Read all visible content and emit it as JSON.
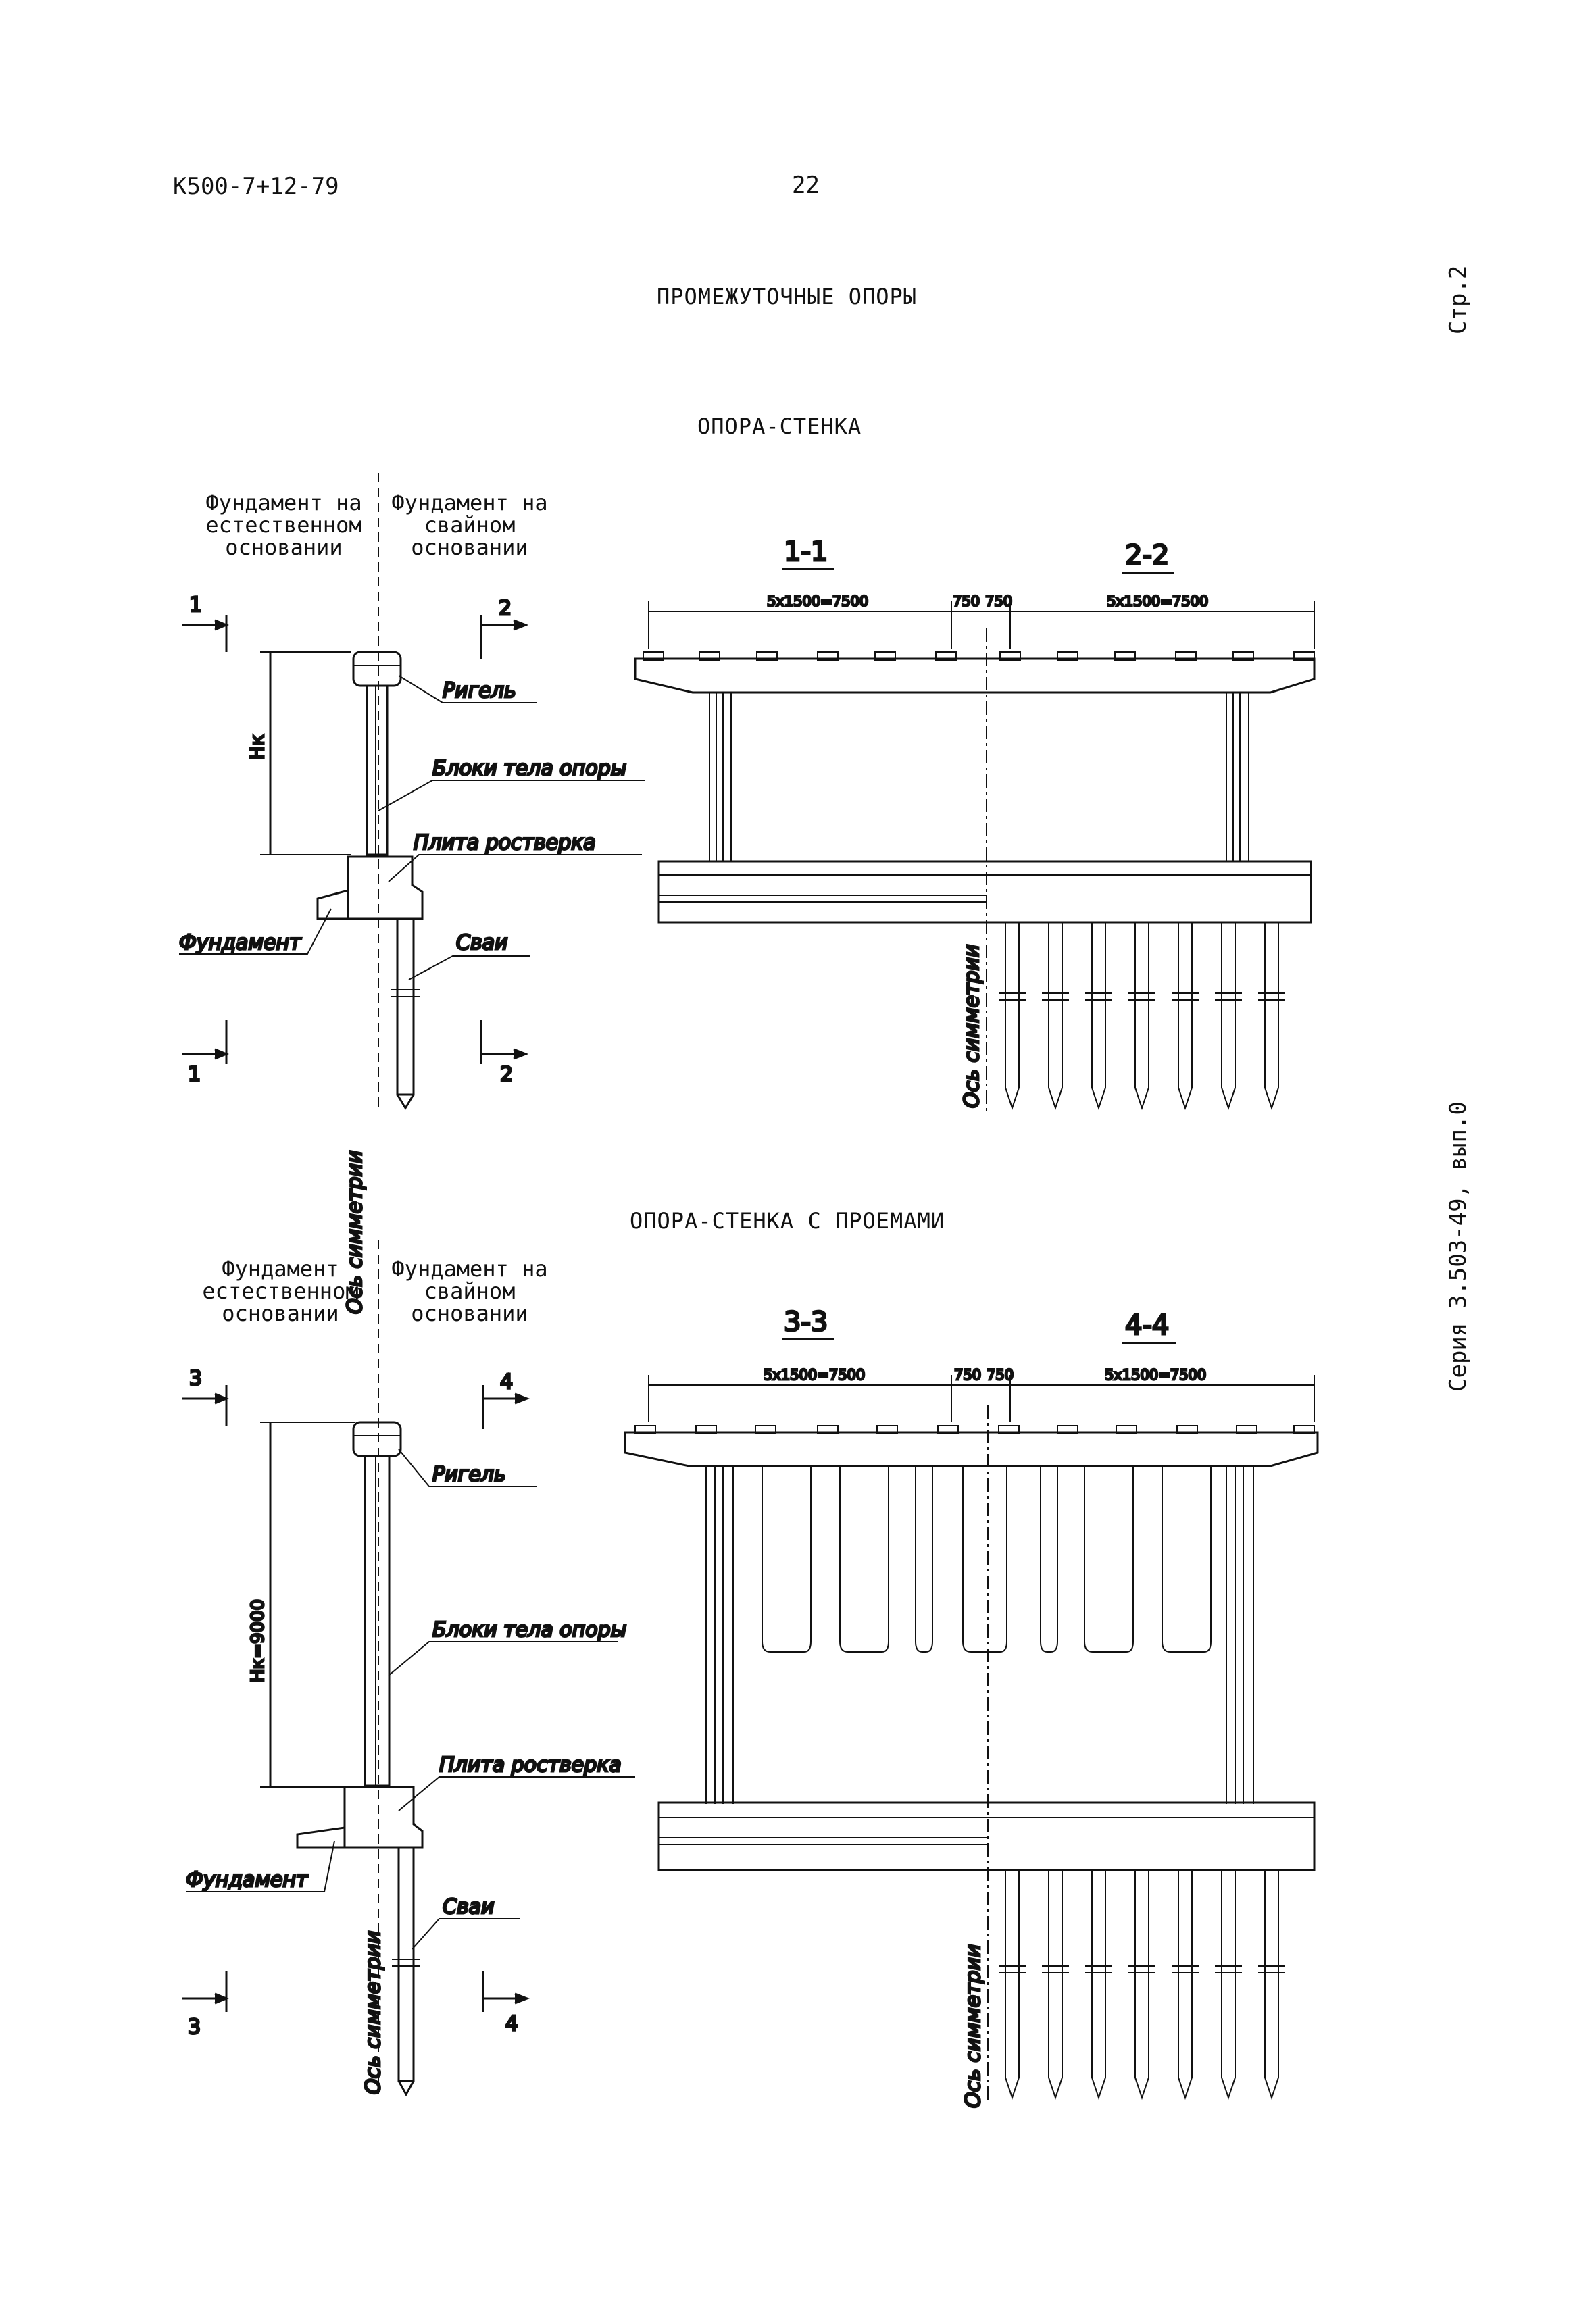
{
  "header": {
    "doc_code": "К500-7+12-79",
    "page_number": "22",
    "sheet": "Стр.2",
    "series": "Серия 3.503-49, вып.0"
  },
  "titles": {
    "main": "ПРОМЕЖУТОЧНЫЕ ОПОРЫ",
    "section1": "ОПОРА-СТЕНКА",
    "section2": "ОПОРА-СТЕНКА С ПРОЕМАМИ"
  },
  "columns": {
    "natural_line1_a": "Фундамент на",
    "natural_line2": "естественном",
    "natural_line3": "основании",
    "pile_line1": "Фундамент на",
    "pile_line2": "свайном",
    "pile_line3": "основании",
    "natural_line1_b": "Фундамент"
  },
  "labels": {
    "rigel": "Ригель",
    "body_blocks": "Блоки тела опоры",
    "grillage": "Плита ростверка",
    "foundation": "Фундамент",
    "piles": "Сваи",
    "axis": "Ось симметрии",
    "hk1": "Нк",
    "hk2": "Нк=9000"
  },
  "sections": {
    "s1": "1-1",
    "s2": "2-2",
    "s3": "3-3",
    "s4": "4-4",
    "m1": "1",
    "m2": "2",
    "m3": "3",
    "m4": "4"
  },
  "dims": {
    "span": "5х1500=7500",
    "mid": "750",
    "mid2": "750"
  }
}
